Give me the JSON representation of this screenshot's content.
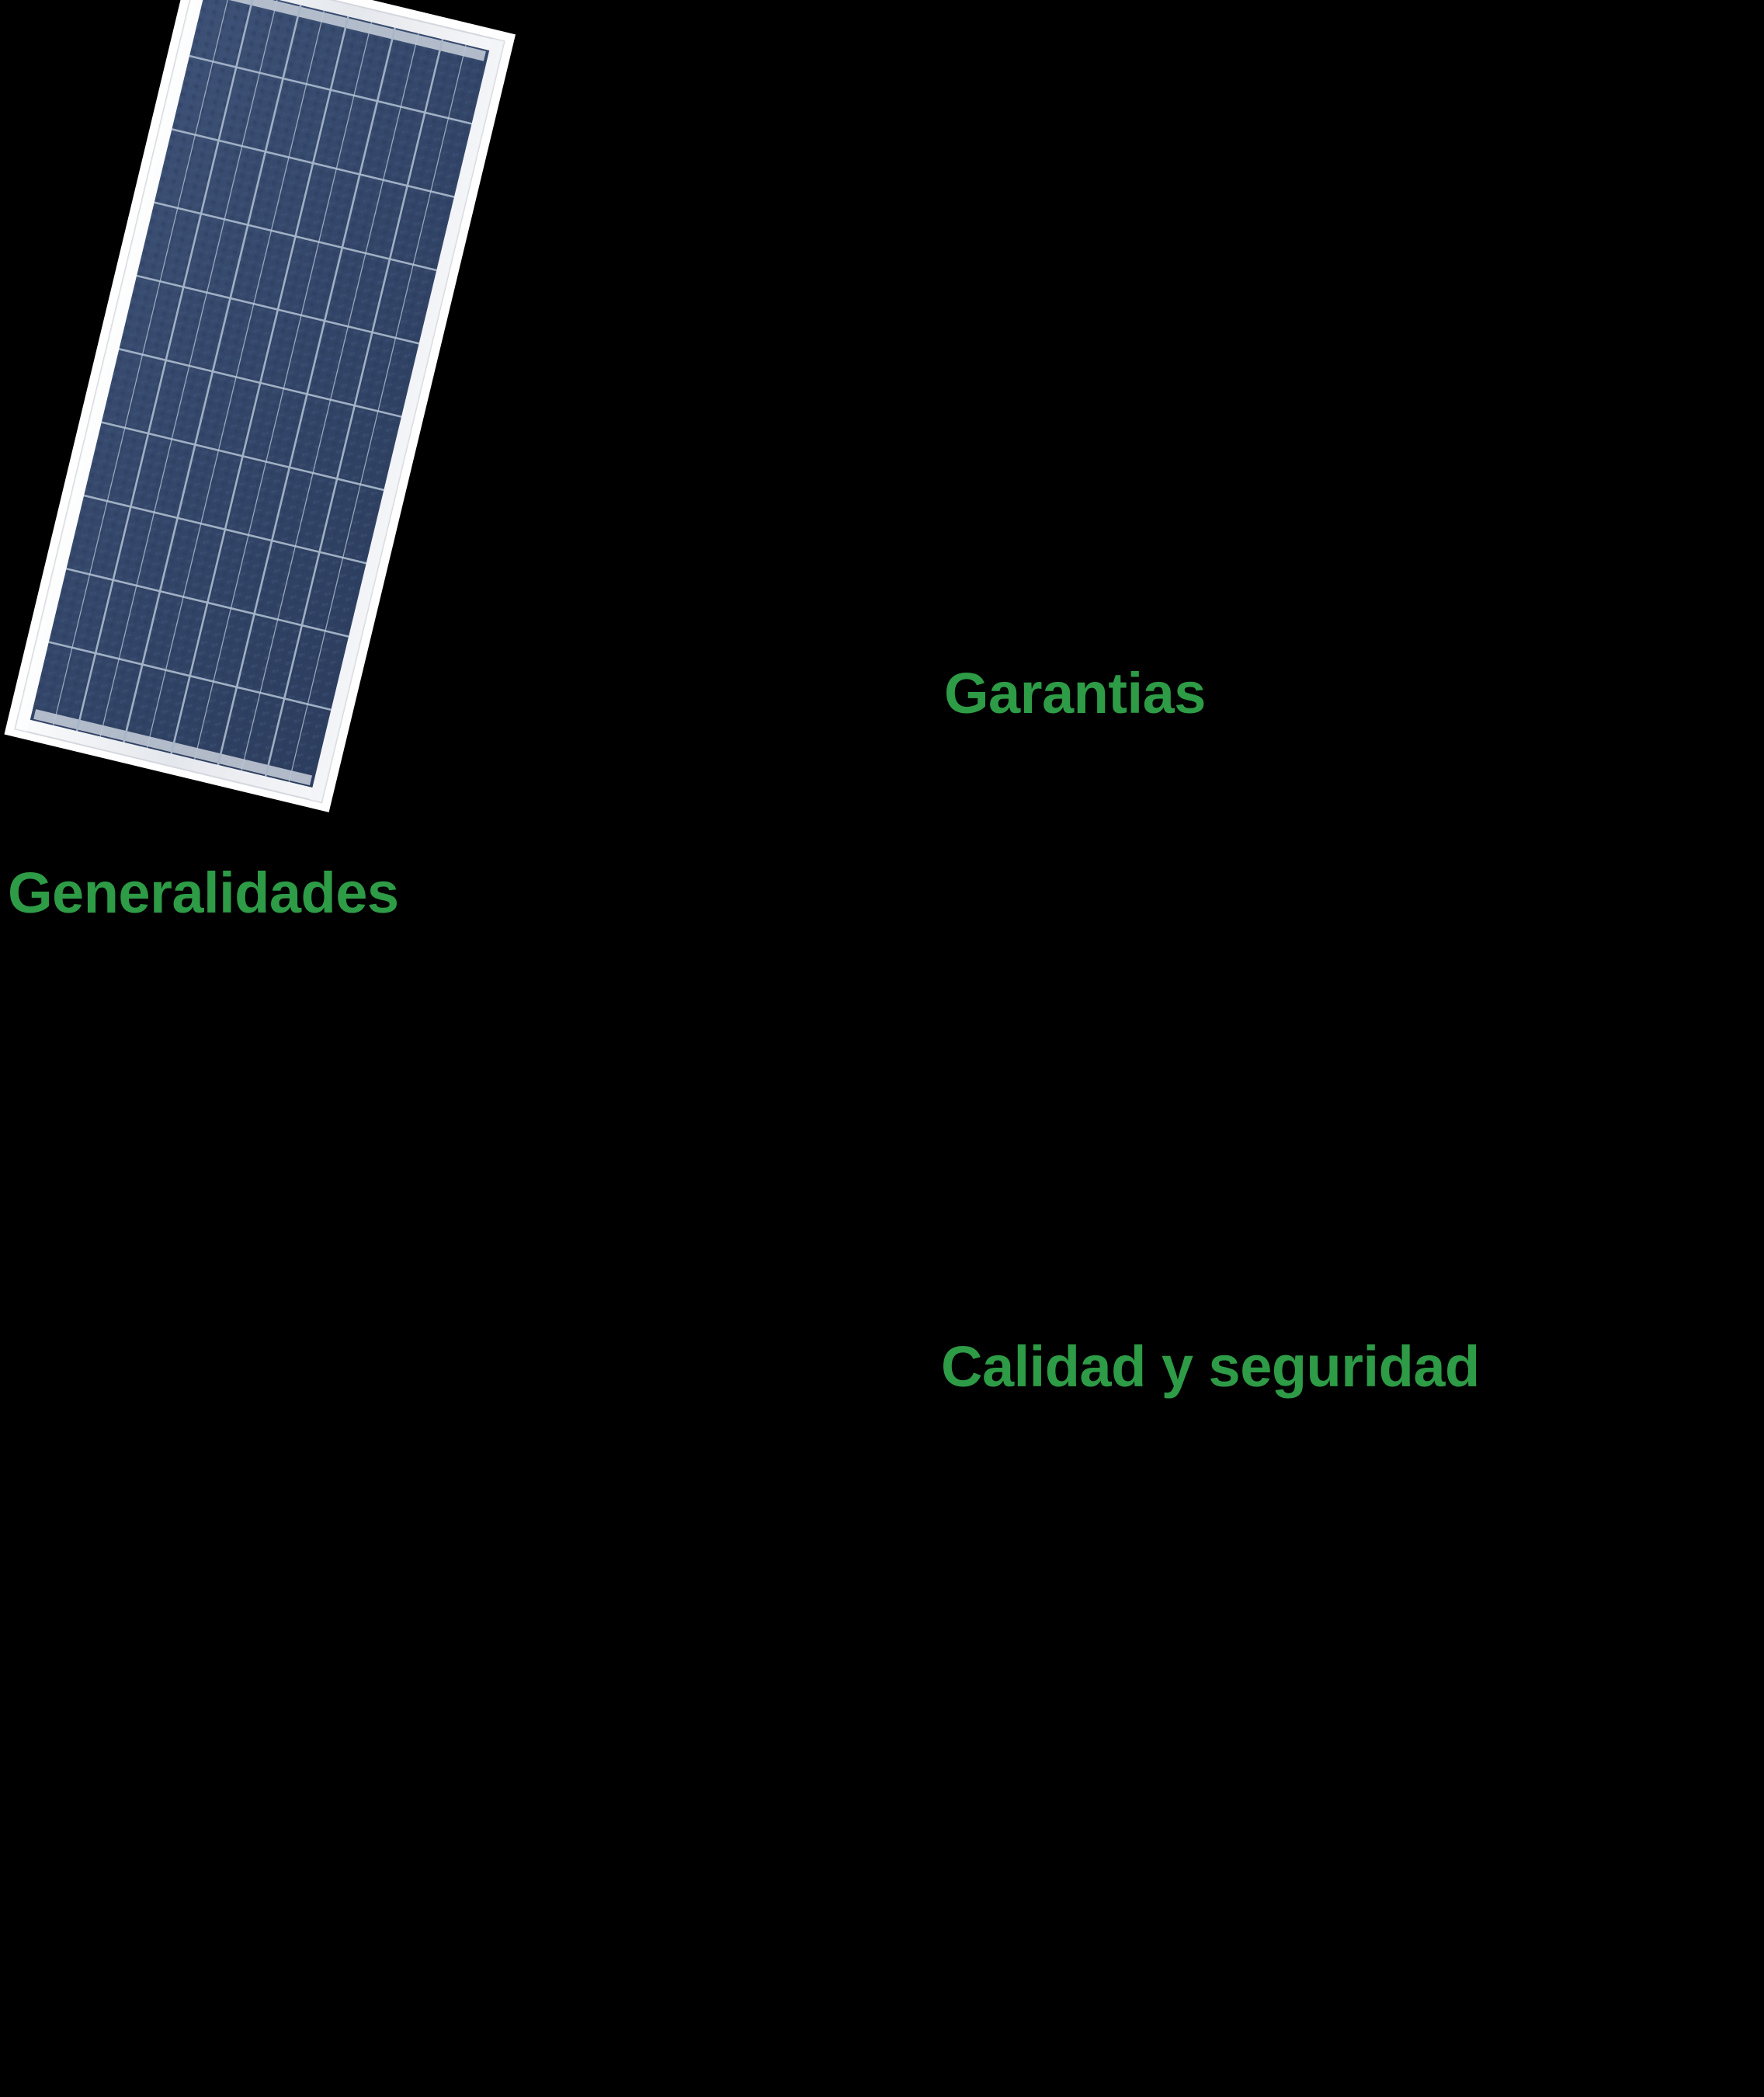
{
  "slide": {
    "background_color": "#000000",
    "accent_color": "#2E9B46"
  },
  "product_image": {
    "alt_name": "polycrystalline-solar-panel",
    "backdrop_color": "#ffffff",
    "frame_color": "#e8eaed",
    "cell_color": "#35486a",
    "grid_line_color": "#9fb0c6",
    "rotation_degrees": "13.5"
  },
  "headings": {
    "generalidades": "Generalidades",
    "garantias": "Garantias",
    "calidad_y_seguridad": "Calidad y seguridad"
  }
}
